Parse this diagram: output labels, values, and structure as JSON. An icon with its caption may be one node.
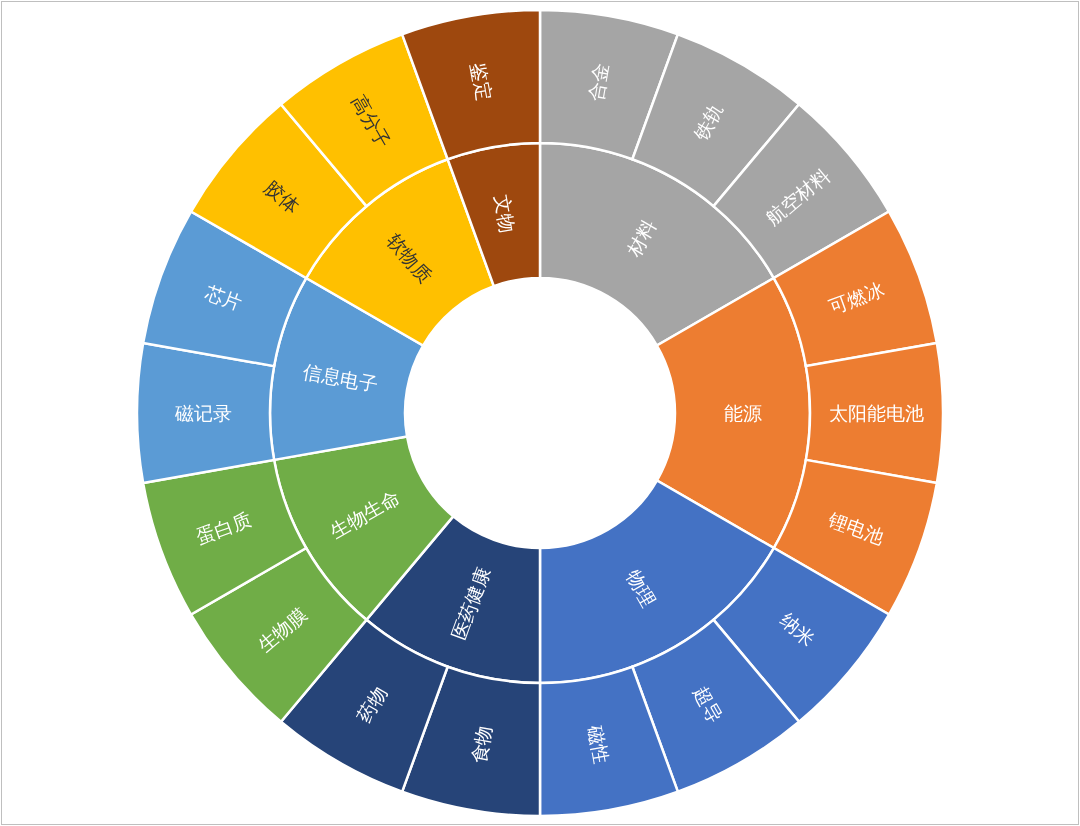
{
  "diagram": {
    "nodes": [
      {
        "text": [
          "材料"
        ]
      },
      {
        "text": [
          "能源"
        ]
      },
      {
        "text": [
          "物理"
        ]
      },
      {
        "text": [
          "医药健康"
        ]
      },
      {
        "text": [
          "生物生命"
        ]
      },
      {
        "text": [
          "信息电子"
        ]
      },
      {
        "text": [
          "软物质"
        ]
      },
      {
        "text": [
          "文物"
        ]
      },
      {
        "text": [
          "合金"
        ]
      },
      {
        "text": [
          "铁轨"
        ]
      },
      {
        "text": [
          "航空材料"
        ]
      },
      {
        "text": [
          "可燃冰"
        ]
      },
      {
        "text": [
          "太阳能电池"
        ]
      },
      {
        "text": [
          "锂电池"
        ]
      },
      {
        "text": [
          "纳米"
        ]
      },
      {
        "text": [
          "超导"
        ]
      },
      {
        "text": [
          "磁性"
        ]
      },
      {
        "text": [
          "食物"
        ]
      },
      {
        "text": [
          "药物"
        ]
      },
      {
        "text": [
          "生物膜"
        ]
      },
      {
        "text": [
          "蛋白质"
        ]
      },
      {
        "text": [
          "磁记录"
        ]
      },
      {
        "text": [
          "芯片"
        ]
      },
      {
        "text": [
          "胶体"
        ]
      },
      {
        "text": [
          "高分子"
        ]
      },
      {
        "text": [
          "鉴定"
        ]
      }
    ]
  }
}
